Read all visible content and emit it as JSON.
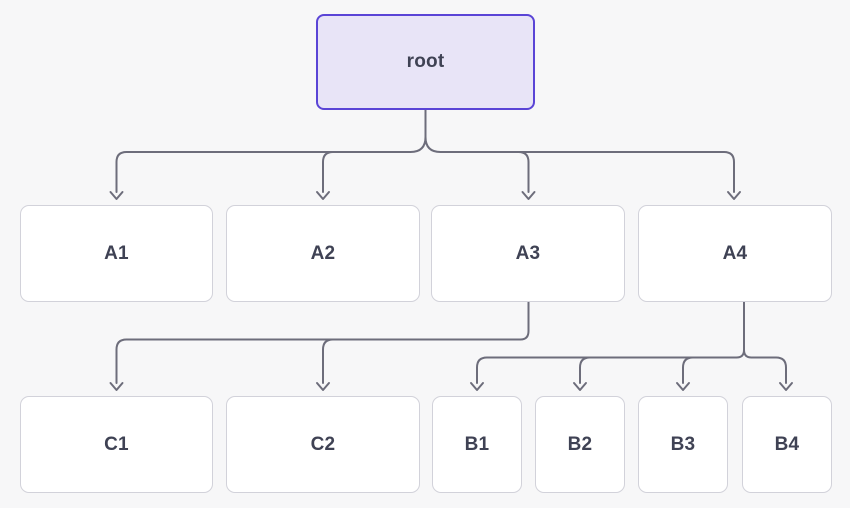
{
  "colors": {
    "background": "#f7f7f8",
    "edge": "#6d6d7b",
    "node_fill": "#ffffff",
    "node_border": "#d2d2da",
    "node_text": "#3f4254",
    "root_fill": "#e8e4f7",
    "root_border": "#5a44d6"
  },
  "nodes": {
    "root": {
      "label": "root"
    },
    "a1": {
      "label": "A1"
    },
    "a2": {
      "label": "A2"
    },
    "a3": {
      "label": "A3"
    },
    "a4": {
      "label": "A4"
    },
    "c1": {
      "label": "C1"
    },
    "c2": {
      "label": "C2"
    },
    "b1": {
      "label": "B1"
    },
    "b2": {
      "label": "B2"
    },
    "b3": {
      "label": "B3"
    },
    "b4": {
      "label": "B4"
    }
  },
  "hierarchy": {
    "root": [
      "A1",
      "A2",
      "A3",
      "A4"
    ],
    "A3": [
      "C1",
      "C2"
    ],
    "A4": [
      "B1",
      "B2",
      "B3",
      "B4"
    ]
  }
}
